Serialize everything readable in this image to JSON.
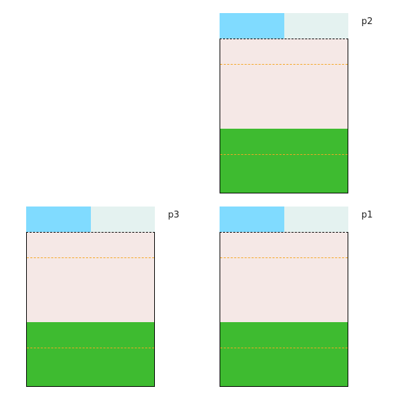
{
  "panels": [
    {
      "id": "p2",
      "label": "p2"
    },
    {
      "id": "p3",
      "label": "p3"
    },
    {
      "id": "p1",
      "label": "p1"
    }
  ],
  "colors": {
    "top_left_block": "#80dbff",
    "top_right_block": "#e4f2f0",
    "upper_region": "#f5e8e6",
    "lower_region": "#3ebb30",
    "guide_line": "#f5a623",
    "border": "#000000"
  }
}
